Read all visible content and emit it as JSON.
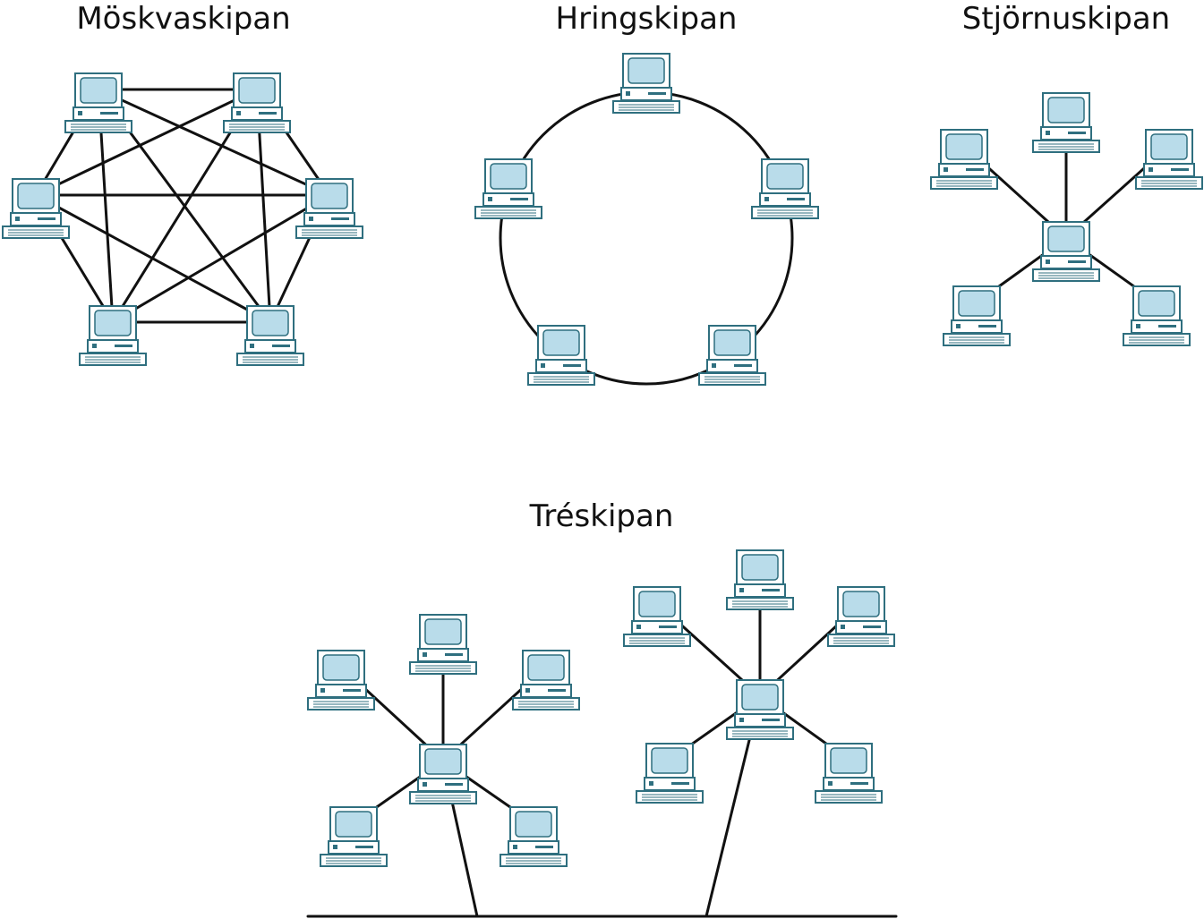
{
  "colors": {
    "line": "#111111",
    "pc_outline": "#2f6f7f",
    "pc_screen": "#b9dcea",
    "pc_body": "#ffffff"
  },
  "icon": "desktop-computer-icon",
  "diagrams": {
    "mesh": {
      "title": "Möskvaskipan"
    },
    "ring": {
      "title": "Hringskipan"
    },
    "star": {
      "title": "Stjörnuskipan"
    },
    "tree": {
      "title": "Tréskipan"
    }
  }
}
